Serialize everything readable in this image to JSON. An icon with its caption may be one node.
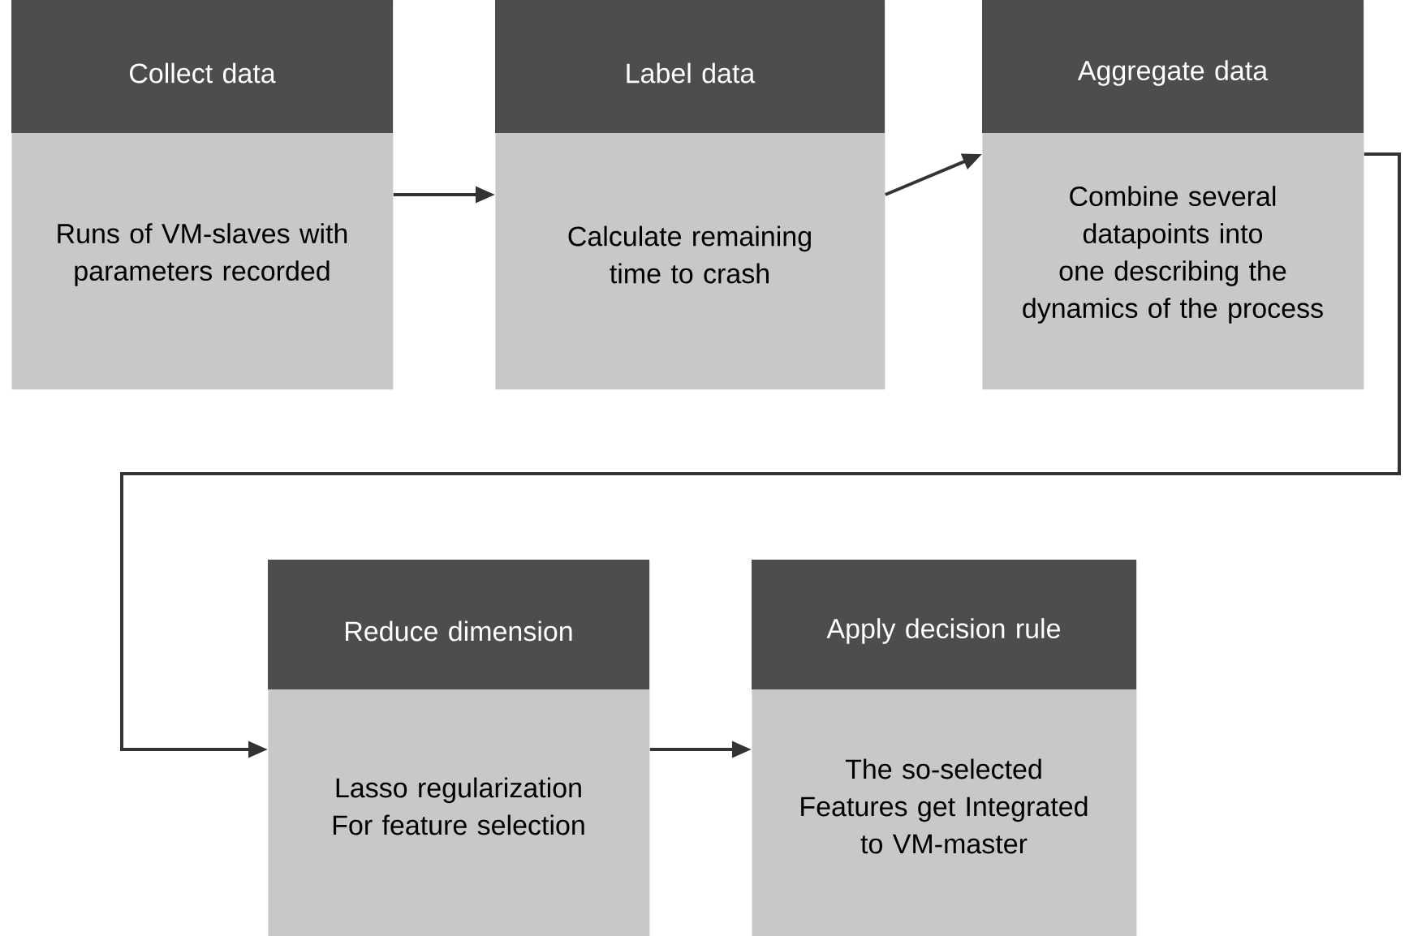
{
  "diagram": {
    "nodes": [
      {
        "text": [
          "Collect data",
          "Runs of VM-slaves with parameters recorded"
        ]
      },
      {
        "text": [
          "Label data",
          "Calculate remaining time to crash"
        ]
      },
      {
        "text": [
          "Aggregate data",
          "Combine several datapoints into one describing the dynamics of the process"
        ]
      },
      {
        "text": [
          "Reduce dimension",
          "Lasso regularization For feature selection"
        ]
      },
      {
        "text": [
          "Apply decision rule",
          "The so-selected Features get Integrated to VM-master"
        ]
      }
    ],
    "edges": [
      {
        "from": 0,
        "to": 1,
        "arrow": "to"
      },
      {
        "from": 1,
        "to": 2,
        "arrow": "to"
      },
      {
        "from": 2,
        "to": 3,
        "arrow": "to"
      },
      {
        "from": 3,
        "to": 4,
        "arrow": "to"
      }
    ]
  }
}
